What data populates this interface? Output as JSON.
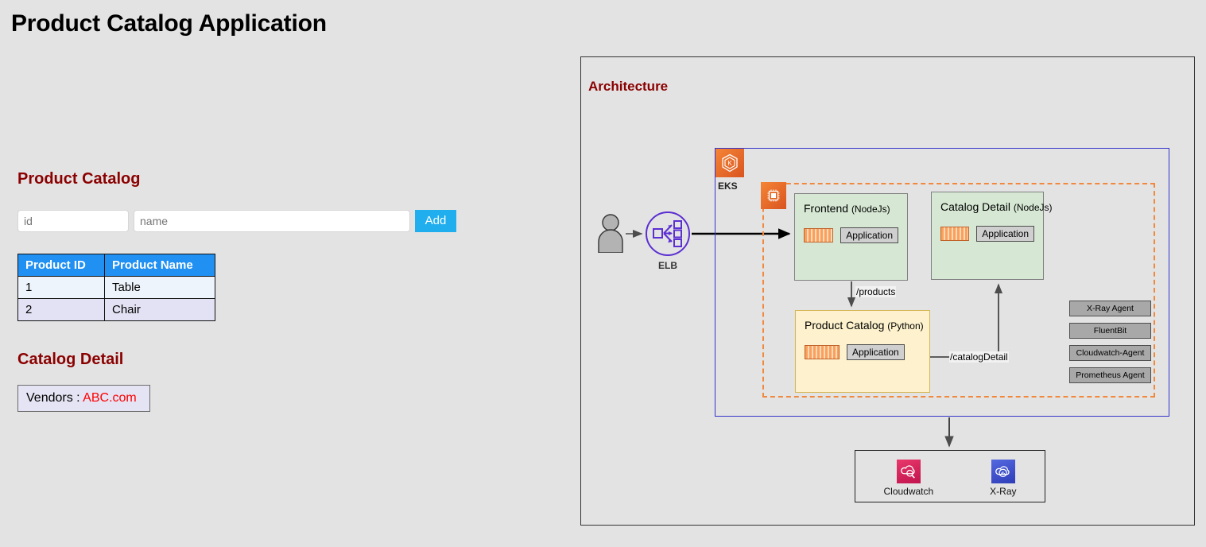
{
  "app": {
    "title": "Product Catalog Application"
  },
  "catalog": {
    "heading": "Product Catalog",
    "form": {
      "id_placeholder": "id",
      "id_value": "",
      "name_placeholder": "name",
      "name_value": "",
      "add_label": "Add"
    },
    "table": {
      "columns": [
        "Product ID",
        "Product Name"
      ],
      "rows": [
        {
          "id": "1",
          "name": "Table"
        },
        {
          "id": "2",
          "name": "Chair"
        }
      ]
    }
  },
  "detail": {
    "heading": "Catalog Detail",
    "vendor_label": "Vendors : ",
    "vendor_value": "ABC.com"
  },
  "architecture": {
    "heading": "Architecture",
    "actor": {
      "icon": "user-icon"
    },
    "elb": {
      "label": "ELB",
      "icon": "elastic-load-balancer-icon"
    },
    "cluster": {
      "label": "EKS",
      "icon": "eks-icon"
    },
    "nodegroup": {
      "icon": "ec2-node-icon"
    },
    "services": [
      {
        "key": "frontend",
        "name": "Frontend",
        "lang": "(NodeJs)",
        "container_icon": "container-icon",
        "chip": "Application",
        "color": "#d6e8d4"
      },
      {
        "key": "catalog_detail",
        "name": "Catalog Detail",
        "lang": "(NodeJs)",
        "container_icon": "container-icon",
        "chip": "Application",
        "color": "#d6e8d4"
      },
      {
        "key": "product_catalog",
        "name": "Product Catalog",
        "lang": "(Python)",
        "container_icon": "container-icon",
        "chip": "Application",
        "color": "#fdf2cd"
      }
    ],
    "edges": [
      {
        "key": "products",
        "label": "/products"
      },
      {
        "key": "catalog_detail",
        "label": "/catalogDetail"
      }
    ],
    "agents": [
      "X-Ray Agent",
      "FluentBit",
      "Cloudwatch-Agent",
      "Prometheus Agent"
    ],
    "monitoring": [
      {
        "label": "Cloudwatch",
        "icon": "cloudwatch-icon",
        "color": "#d4134e"
      },
      {
        "label": "X-Ray",
        "icon": "xray-icon",
        "color": "#3444c4"
      }
    ]
  },
  "colors": {
    "page_bg": "#e3e3e3",
    "heading_red": "#8b0000",
    "table_header_blue": "#2090f3",
    "add_button_blue": "#20aeee",
    "cluster_border": "#3333cc",
    "nodegroup_border": "#f0893d",
    "aws_orange": "#e8762d",
    "vendor_red": "#ff0000"
  }
}
